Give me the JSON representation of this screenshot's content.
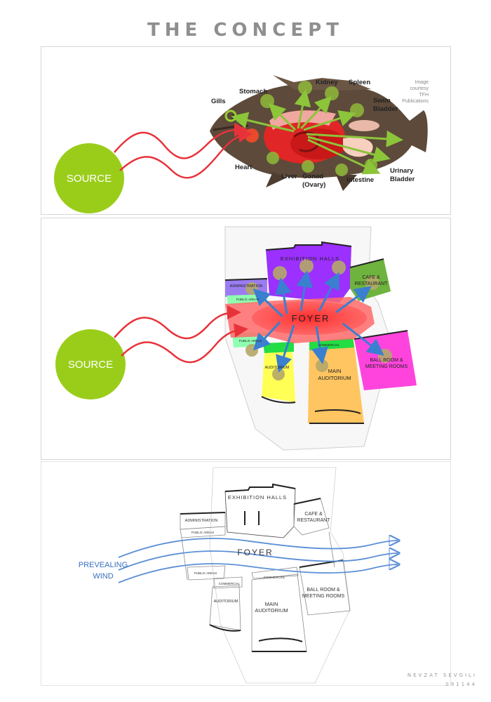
{
  "page": {
    "title": "THE CONCEPT"
  },
  "fish_panel": {
    "source_label": "SOURCE",
    "credit": [
      "Image",
      "courtesy",
      "TFH",
      "Publications"
    ],
    "organs": {
      "gills": "Gills",
      "stomach": "Stomach",
      "kidney": "Kidney",
      "spleen": "Spleen",
      "swim_bladder": [
        "Swim",
        "Bladder"
      ],
      "heart": "Heart",
      "liver": "Liver",
      "gonad": [
        "Gonad",
        "(Ovary)"
      ],
      "intestine": "Intestine",
      "urinary_bladder": [
        "Urinary",
        "Bladder"
      ]
    }
  },
  "plan_panel": {
    "source_label": "SOURCE",
    "rooms": {
      "foyer": "FOYER",
      "exhibition": "EXHIBITION HALLS",
      "administration": "ADMINISTRATION",
      "public_areas": "PUBLIC AREAS",
      "cafe": [
        "CAFE &",
        "RESTAURANT"
      ],
      "commercial": "COMMERCIAL",
      "auditorium": "AUDITORIUM",
      "main_auditorium": [
        "MAIN",
        "AUDITORIUM"
      ],
      "ballroom": [
        "BALL ROOM &",
        "MEETING ROOMS"
      ]
    },
    "colors": {
      "exhibition": "#9b30ff",
      "administration": "#9b7cf0",
      "public_areas": "#8fffb0",
      "cafe": "#6fb33f",
      "foyer": "#ff3b3b",
      "commercial": "#22dd44",
      "auditorium": "#ffff55",
      "main_auditorium": "#ffc560",
      "ballroom": "#ff44dd"
    }
  },
  "wind_panel": {
    "wind_label": [
      "PREVEALING",
      "WIND"
    ],
    "rooms": {
      "foyer": "FOYER",
      "exhibition": "EXHIBITION HALLS",
      "administration": "ADMINISTRATION",
      "public_areas": "PUBLIC AREAS",
      "cafe": [
        "CAFE &",
        "RESTAURANT"
      ],
      "commercial": "COMMERCIAL",
      "auditorium": "AUDITORIUM",
      "main_auditorium": [
        "MAIN",
        "AUDITORIUM"
      ],
      "ballroom": [
        "BALL ROOM &",
        "MEETING ROOMS"
      ]
    }
  },
  "signature": {
    "name": "NEVZAT SEVGILI",
    "number": "091144"
  }
}
